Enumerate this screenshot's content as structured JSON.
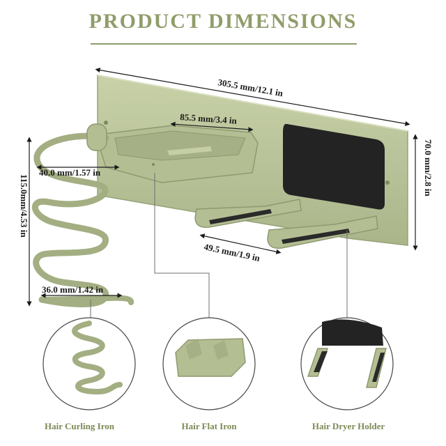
{
  "title": "PRODUCT DIMENSIONS",
  "dimensions": {
    "length": "305.5 mm/12.1 in",
    "cup_width": "85.5 mm/3.4 in",
    "height": "70.0 mm/2.8 in",
    "spiral_height": "115.0mm/4.53 in",
    "spiral_top_diameter": "40.0 mm/1.57 in",
    "spiral_bottom_diameter": "36.0 mm/1.42 in",
    "hook_spacing": "49.5 mm/1.9 in"
  },
  "captions": {
    "curling_iron": "Hair Curling Iron",
    "flat_iron": "Hair Flat Iron",
    "dryer_holder": "Hair Dryer Holder"
  },
  "colors": {
    "accent": "#8f9d6a",
    "product": "#b9c39a",
    "product_shade": "#9ea97c",
    "pad": "#222222"
  }
}
